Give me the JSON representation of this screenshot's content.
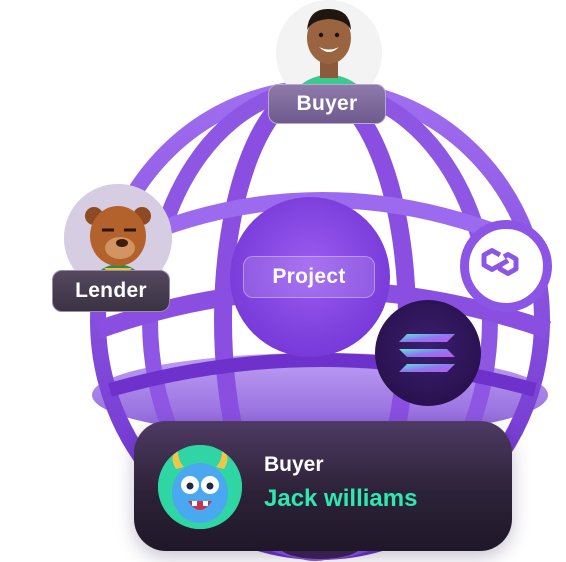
{
  "labels": {
    "top_buyer": "Buyer",
    "lender": "Lender",
    "project": "Project"
  },
  "card": {
    "role": "Buyer",
    "name": "Jack williams"
  },
  "icons": {
    "top_avatar": "buyer-avatar-icon",
    "lender_avatar": "bear-nft-avatar-icon",
    "card_avatar": "monster-avatar-icon",
    "polygon": "polygon-logo-icon",
    "solana": "solana-logo-icon"
  },
  "colors": {
    "globe_purple": "#7b42d8",
    "globe_light": "#9a67ea",
    "accent_green": "#2de8b0",
    "card_dark": "#2c2238"
  }
}
